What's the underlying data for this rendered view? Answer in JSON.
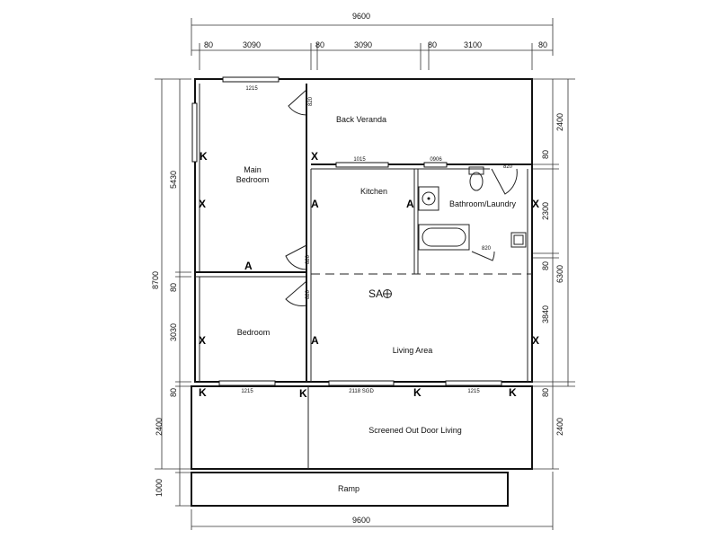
{
  "rooms": {
    "back_veranda": "Back Veranda",
    "main_bedroom_1": "Main",
    "main_bedroom_2": "Bedroom",
    "kitchen": "Kitchen",
    "bathroom": "Bathroom/Laundry",
    "bedroom": "Bedroom",
    "living": "Living Area",
    "sa": "SA",
    "screened": "Screened Out Door Living",
    "ramp": "Ramp"
  },
  "dimensions": {
    "top_total": "9600",
    "top_segments": [
      "80",
      "3090",
      "80",
      "3090",
      "80",
      "3100",
      "80"
    ],
    "bottom_total": "9600",
    "left_total": "8700",
    "left_segments": [
      "5430",
      "80",
      "3030",
      "80",
      "2400",
      "1000"
    ],
    "right_segments": [
      "2400",
      "80",
      "2300",
      "80",
      "6300",
      "3840",
      "80",
      "2400"
    ]
  },
  "openings": {
    "w_bed_top": "1215",
    "d_bed_veranda": "820",
    "w_kitchen": "1015",
    "w_bath": "0906",
    "d_bath": "820",
    "d_bed_main": "820",
    "d_bed2": "820",
    "d_bath2": "820",
    "w_bed2": "1215",
    "sgd": "2118 SGD",
    "w_living": "1215"
  },
  "marks": {
    "k": "K",
    "x": "X",
    "a": "A"
  }
}
